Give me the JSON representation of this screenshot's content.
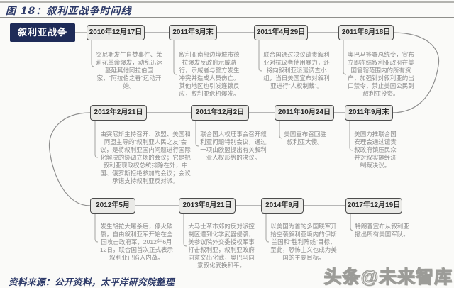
{
  "header": {
    "title": "图 18：叙利亚战争时间线"
  },
  "root_label": "叙利亚战争",
  "items": [
    {
      "date": "2010年12月17日",
      "desc": "突尼斯发生自焚事件、茉莉花革命爆发，动乱迅速蔓延其他阿拉伯国家，“阿拉伯之春”运动开始。"
    },
    {
      "date": "2011年3月末",
      "desc": "叙利亚南部边境城市德拉爆发反政府示威游行，示威者与警方发生冲突并造成人员伤亡。其他地区也引发连锁反应，叙利亚危机爆发。"
    },
    {
      "date": "2011年4月29日",
      "desc": "联合国通过决议谴责叙利亚对抗议者使用暴力，还将向叙利亚派遣调查小组，当日美国宣布对叙利亚进行“人权制裁”。"
    },
    {
      "date": "2011年8月18日",
      "desc": "奥巴马签署总统令，宣布立即冻结叙利亚政府在美国管辖范围内的所有资产，加强针对叙利亚的出口禁令，禁止美国公民到叙利亚投资。"
    },
    {
      "date": "2012年2月21日",
      "desc": "由突尼斯主持召开、欧盟、美国和阿盟主导的“叙利亚人民之友”会议，是将叙利亚国内问题进行国际化解决的协调立场的会议；它是把叙利亚现政权总统排除在外，中国、俄罗斯拒绝参加的会议；会议承诺支持叙利亚反对派。"
    },
    {
      "date": "2011年12月2日",
      "desc": "联合国人权理事会召开叙利亚问题特别会议，通过一项由欧盟提出有关叙利亚人权形势的决议。"
    },
    {
      "date": "2011年10月24日",
      "desc": "美国宣布召回驻叙利亚大使。"
    },
    {
      "date": "2011年9月末",
      "desc": "美国力推联合国安理会通过谴责叙政府镇压民众并对叙实施经济制裁决议。"
    },
    {
      "date": "2012年5月",
      "desc": "发生胡拉大屠杀后，停火破裂，自由叙利亚军开始在全国攻击政府军，2012年6月12日，联合国首次正式表示叙利亚已陷入内战。"
    },
    {
      "date": "2013年8月21日",
      "desc": "大马士革市郊的反对派控制区遭到化学武器侵袭，美参议院外交委授权军事打击叙利亚，叙利亚政府同意交出化武，奥巴马同意叙化武换和平。"
    },
    {
      "date": "2014年9月",
      "desc": "以美国为首的多国联军开始空袭叙利亚境内的伊斯兰国和“胜利阵线”目标，至此，恐怖主义也成为美国的主要目标。"
    },
    {
      "date": "2017年12月19日",
      "desc": "特朗普宣布从叙利亚撤出所有美国军队。"
    }
  ],
  "footer": {
    "source": "资料来源：公开资料，太平洋研究院整理",
    "watermark": "头条@未来智库"
  },
  "colors": {
    "root_box_navy": "#1e2b58",
    "title_navy": "#2c3968",
    "date_box_fill": "#eaeae7",
    "date_box_border": "#4d4d4d",
    "connector_gray": "#8e8e8e",
    "desc_gray": "#8c8c8c",
    "background": "#fafaf8"
  }
}
